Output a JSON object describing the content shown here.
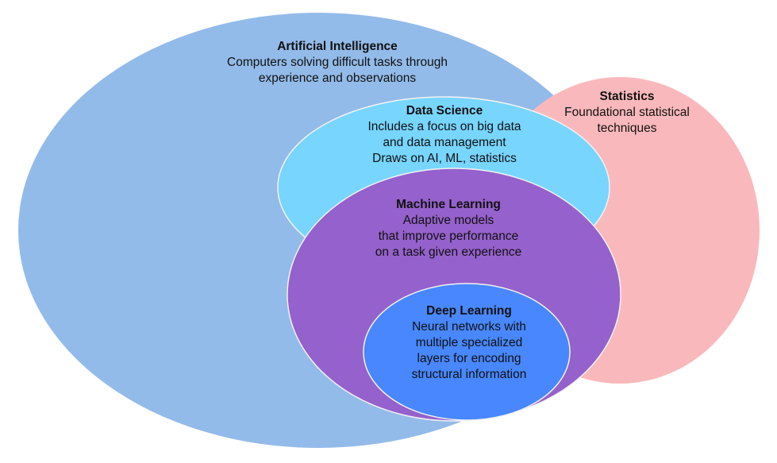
{
  "regions": [
    {
      "id": "ai",
      "title": "Artificial Intelligence",
      "lines": [
        "Computers solving difficult tasks through",
        "experience and observations"
      ],
      "color": "#93bbe9"
    },
    {
      "id": "statistics",
      "title": "Statistics",
      "lines": [
        "Foundational statistical",
        "techniques"
      ],
      "color": "#f9b9bc"
    },
    {
      "id": "data-science",
      "title": "Data Science",
      "lines": [
        "Includes a focus on big data",
        "and data management",
        "Draws on AI, ML, statistics"
      ],
      "color": "#78d5fe"
    },
    {
      "id": "machine-learning",
      "title": "Machine Learning",
      "lines": [
        "Adaptive models",
        "that improve performance",
        "on a task given experience"
      ],
      "color": "#9561cc"
    },
    {
      "id": "deep-learning",
      "title": "Deep Learning",
      "lines": [
        "Neural networks with",
        "multiple specialized",
        "layers for encoding",
        "structural information"
      ],
      "color": "#4887fd"
    }
  ],
  "outline_color": "#f2f2f2"
}
